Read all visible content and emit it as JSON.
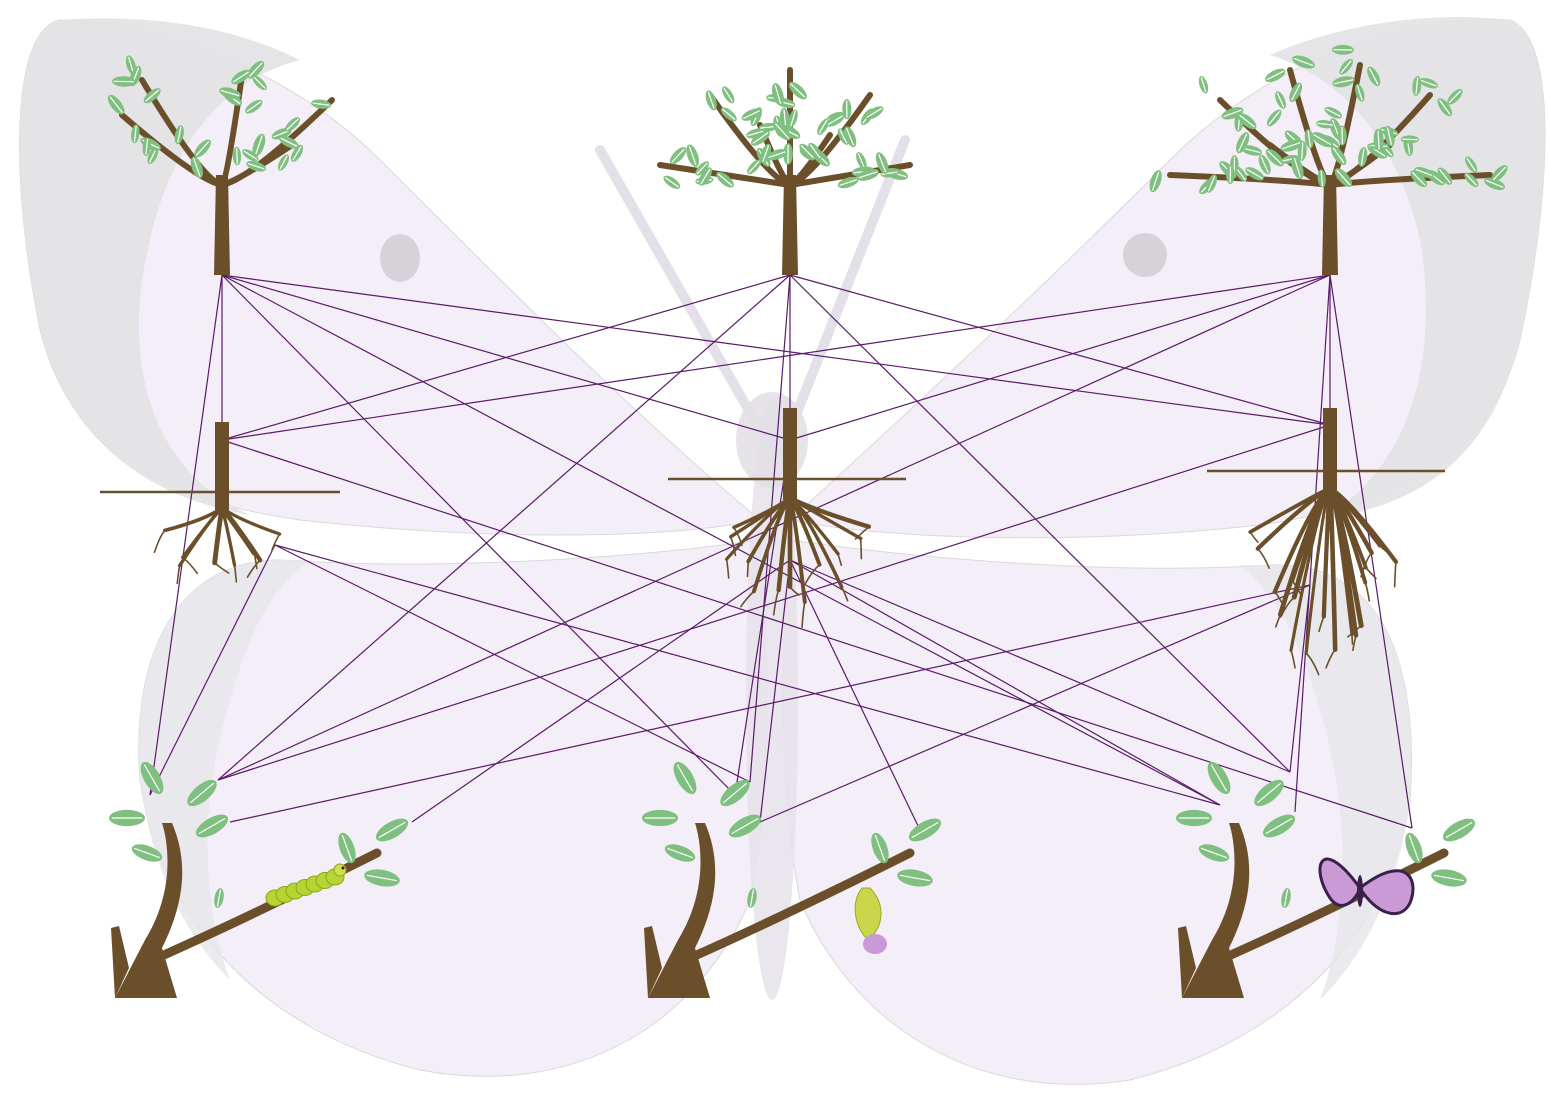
{
  "title": "",
  "colors": {
    "background": "#ffffff",
    "wing_fill": "#f4eef8",
    "wing_edge": "#d9d9db",
    "wing_spot": "#c8c8ca",
    "trunk": "#6b4f2a",
    "leaf": "#7fbf7f",
    "leaf_vein": "#ffffff",
    "connector": "#5b1a6b",
    "caterpillar": "#b7d433",
    "chrysalis": "#c9d64a",
    "butterfly": "#c99ad6"
  },
  "nodes": {
    "trees": [
      {
        "id": "tree-1",
        "name": "tree-sparse"
      },
      {
        "id": "tree-2",
        "name": "tree-medium"
      },
      {
        "id": "tree-3",
        "name": "tree-full"
      }
    ],
    "roots": [
      {
        "id": "root-1",
        "name": "root-shallow"
      },
      {
        "id": "root-2",
        "name": "root-medium"
      },
      {
        "id": "root-3",
        "name": "root-deep"
      }
    ],
    "branches": [
      {
        "id": "branch-1",
        "name": "branch-caterpillar",
        "stage_icon": "caterpillar-icon"
      },
      {
        "id": "branch-2",
        "name": "branch-chrysalis",
        "stage_icon": "chrysalis-icon"
      },
      {
        "id": "branch-3",
        "name": "branch-butterfly",
        "stage_icon": "butterfly-icon"
      }
    ]
  },
  "connections_count": 34
}
